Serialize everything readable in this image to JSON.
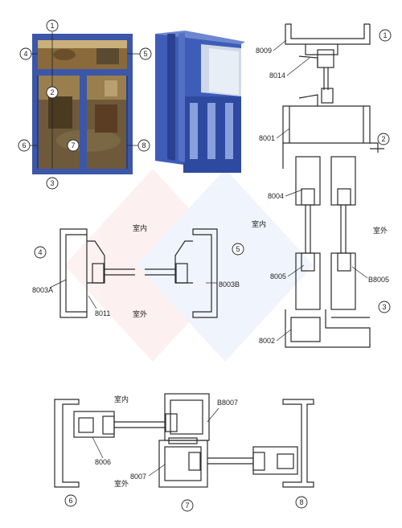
{
  "callouts": {
    "c1": "1",
    "c2": "2",
    "c3": "3",
    "c4": "4",
    "c5": "5",
    "c6": "6",
    "c7": "7",
    "c8": "8"
  },
  "right_section": {
    "marks": {
      "m1": "1",
      "m2": "2",
      "m3": "3"
    },
    "labels": {
      "p8009": "8009",
      "p8014": "8014",
      "p8001": "8001",
      "p8004": "8004",
      "p8005": "8005",
      "pB8005": "B8005",
      "p8002": "8002",
      "indoor": "室内",
      "outdoor": "室外"
    }
  },
  "mid_section": {
    "marks": {
      "m4": "4",
      "m5": "5"
    },
    "labels": {
      "p8003A": "8003A",
      "p8011": "8011",
      "p8003B": "8003B",
      "indoor": "室内",
      "outdoor": "室外"
    }
  },
  "bottom_section": {
    "marks": {
      "m6": "6",
      "m7": "7",
      "m8": "8"
    },
    "labels": {
      "p8006": "8006",
      "p8007": "8007",
      "pB8007": "B8007",
      "indoor": "室内",
      "outdoor": "室外"
    }
  },
  "colors": {
    "frame_blue": "#3c56a8",
    "profile_blue": "#3e5db8",
    "line": "#2a2a2a"
  }
}
